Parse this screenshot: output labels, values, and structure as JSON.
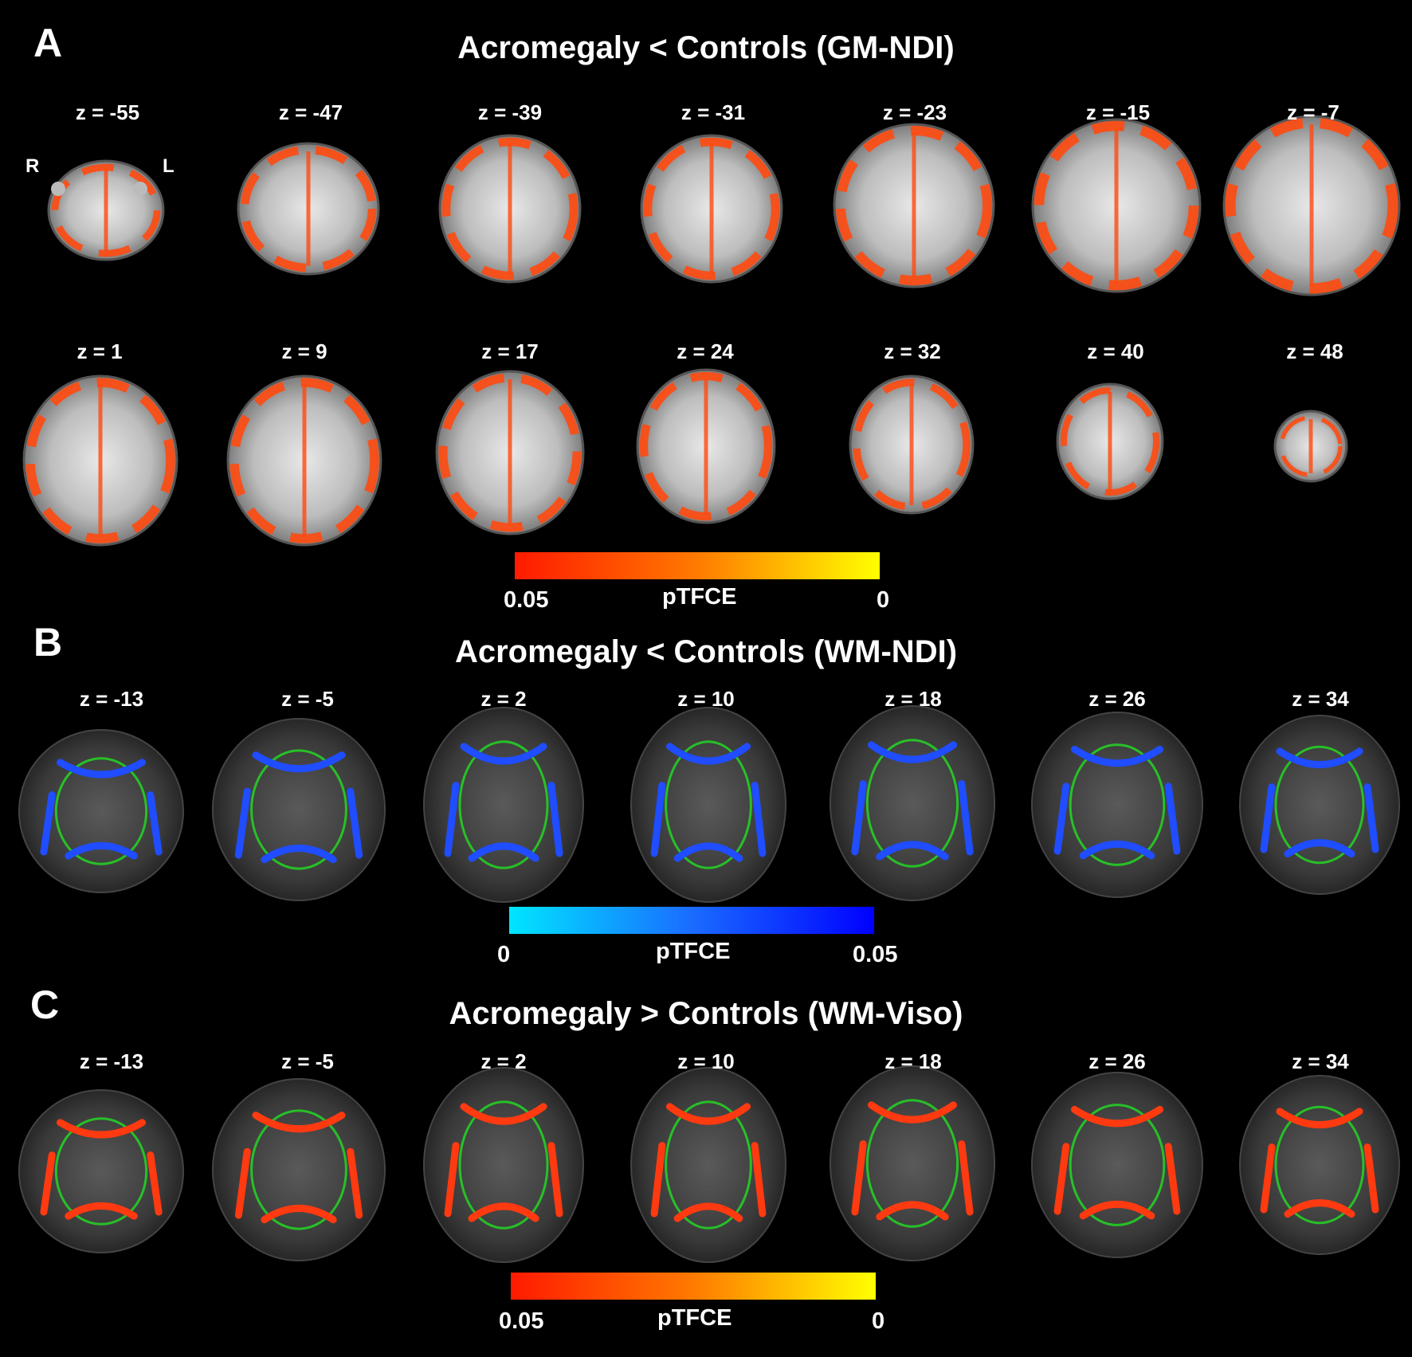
{
  "panels": [
    {
      "letter": "A",
      "title": "Acromegaly < Controls (GM-NDI)",
      "rows": [
        [
          "z = -55",
          "z = -47",
          "z = -39",
          "z = -31",
          "z = -23",
          "z = -15",
          "z = -7"
        ],
        [
          "z = 1",
          "z = 9",
          "z = 17",
          "z = 24",
          "z = 32",
          "z = 40",
          "z = 48"
        ]
      ],
      "colorbar": {
        "min_label": "0.05",
        "mid_label": "pTFCE",
        "max_label": "0",
        "colors": [
          "#ff1a00",
          "#ff7a00",
          "#ffff00"
        ]
      }
    },
    {
      "letter": "B",
      "title": "Acromegaly < Controls (WM-NDI)",
      "rows": [
        [
          "z = -13",
          "z = -5",
          "z = 2",
          "z = 10",
          "z = 18",
          "z = 26",
          "z = 34"
        ]
      ],
      "colorbar": {
        "min_label": "0",
        "mid_label": "pTFCE",
        "max_label": "0.05",
        "colors": [
          "#00e5ff",
          "#1a6cff",
          "#0000ff"
        ]
      }
    },
    {
      "letter": "C",
      "title": "Acromegaly > Controls (WM-Viso)",
      "rows": [
        [
          "z = -13",
          "z = -5",
          "z = 2",
          "z = 10",
          "z = 18",
          "z = 26",
          "z = 34"
        ]
      ],
      "colorbar": {
        "min_label": "0.05",
        "mid_label": "pTFCE",
        "max_label": "0",
        "colors": [
          "#ff1a00",
          "#ff7a00",
          "#ffff00"
        ]
      }
    }
  ],
  "orientation": {
    "right": "R",
    "left": "L"
  },
  "overlay_colors": {
    "gm_effect": "#ff4a10",
    "wm_ndi_effect": "#1f4dff",
    "wm_viso_effect": "#ff3a10",
    "skeleton": "#22e022"
  }
}
